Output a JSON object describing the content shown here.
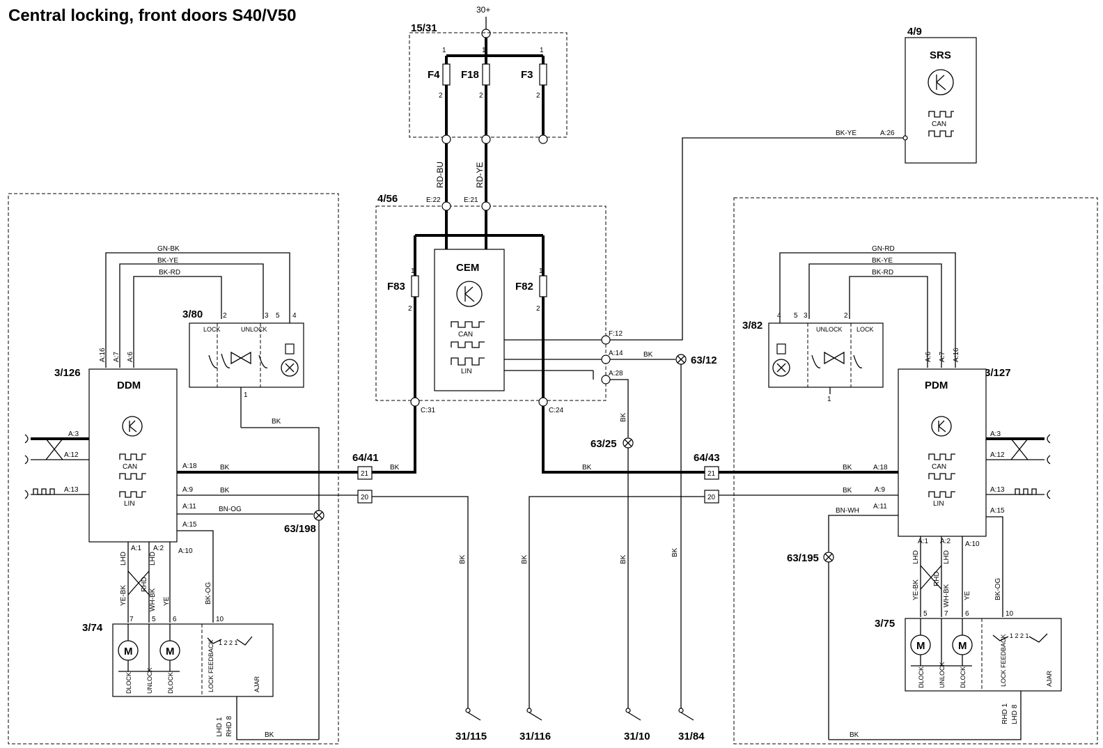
{
  "title": "Central locking, front doors S40/V50",
  "supply": {
    "label": "30+"
  },
  "fusebox": {
    "id": "15/31",
    "fuses": [
      {
        "name": "F4"
      },
      {
        "name": "F18"
      },
      {
        "name": "F3"
      }
    ],
    "pin1": "1",
    "pin2": "2"
  },
  "wires_top": {
    "rd_bu": "RD-BU",
    "rd_ye": "RD-YE"
  },
  "cem": {
    "id": "4/56",
    "name": "CEM",
    "can": "CAN",
    "lin": "LIN",
    "pins": {
      "e22": "E:22",
      "e21": "E:21",
      "f12": "F:12",
      "a14": "A:14",
      "a28": "A:28",
      "c31": "C:31",
      "c24": "C:24"
    },
    "fuses": [
      {
        "name": "F83"
      },
      {
        "name": "F82"
      }
    ]
  },
  "srs": {
    "id": "4/9",
    "name": "SRS",
    "can": "CAN",
    "pin": "A:26",
    "wire": "BK-YE"
  },
  "ddm": {
    "id": "3/126",
    "name": "DDM",
    "can": "CAN",
    "lin": "LIN",
    "pins_top": [
      "A:16",
      "A:7",
      "A:6"
    ],
    "pins_left": [
      "A:3",
      "A:12",
      "A:13"
    ],
    "pins_right": [
      "A:18",
      "A:9",
      "A:11",
      "A:15"
    ],
    "pins_bottom": [
      "A:1",
      "A:2",
      "A:10"
    ]
  },
  "pdm": {
    "id": "3/127",
    "name": "PDM",
    "can": "CAN",
    "lin": "LIN",
    "pins_top": [
      "A:6",
      "A:7",
      "A:16"
    ],
    "pins_right": [
      "A:3",
      "A:12",
      "A:13",
      "A:15"
    ],
    "pins_left": [
      "A:18",
      "A:9",
      "A:11"
    ],
    "pins_bottom": [
      "A:1",
      "A:2",
      "A:10"
    ]
  },
  "switch_left": {
    "id": "3/80",
    "lock": "LOCK",
    "unlock": "UNLOCK",
    "pins": [
      "2",
      "3",
      "5",
      "4"
    ],
    "pin_bottom": "1"
  },
  "switch_right": {
    "id": "3/82",
    "lock": "LOCK",
    "unlock": "UNLOCK",
    "pins": [
      "4",
      "5",
      "3",
      "2"
    ],
    "pin_bottom": "1"
  },
  "motor_left": {
    "id": "3/74",
    "motor_label": "M",
    "pins": [
      "7",
      "5",
      "6",
      "10"
    ],
    "labels": [
      "DLOCK",
      "UNLOCK",
      "DLOCK",
      "LOCK FEEDBACK",
      "AJAR"
    ],
    "contacts": "1 2 2 1"
  },
  "motor_right": {
    "id": "3/75",
    "motor_label": "M",
    "pins": [
      "5",
      "7",
      "6",
      "10"
    ],
    "labels": [
      "DLOCK",
      "UNLOCK",
      "DLOCK",
      "LOCK FEEDBACK",
      "AJAR"
    ],
    "contacts": "1 2 2 1"
  },
  "connectors": {
    "c6441": "64/41",
    "c6443": "64/43",
    "pin21": "21",
    "pin20": "20"
  },
  "splices": {
    "s6312": "63/12",
    "s6325": "63/25",
    "s63198": "63/198",
    "s63195": "63/195"
  },
  "grounds": [
    "31/115",
    "31/116",
    "31/10",
    "31/84"
  ],
  "wire_colors": {
    "bk": "BK",
    "gn_bk": "GN-BK",
    "bk_ye": "BK-YE",
    "bk_rd": "BK-RD",
    "gn_rd": "GN-RD",
    "bn_og": "BN-OG",
    "bn_wh": "BN-WH",
    "ye_bk": "YE-BK",
    "wh_bk": "WH-BK",
    "ye": "YE",
    "bk_og": "BK-OG"
  },
  "variants": {
    "lhd": "LHD",
    "rhd": "RHD",
    "lhd1": "LHD 1",
    "rhd8": "RHD 8",
    "rhd1": "RHD 1",
    "lhd8": "LHD 8"
  }
}
